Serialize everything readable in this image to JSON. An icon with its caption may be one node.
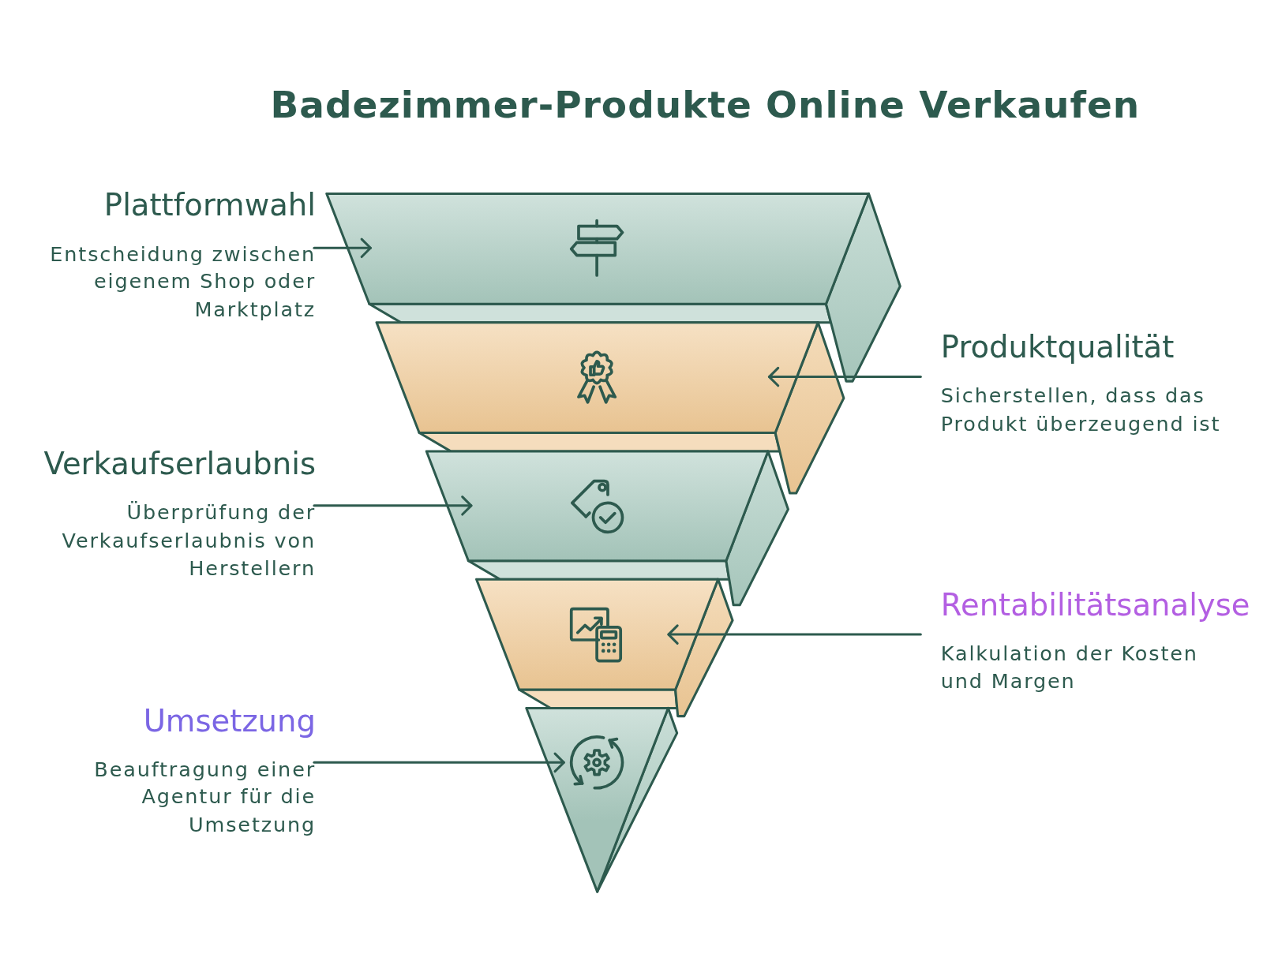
{
  "diagram": {
    "title": "Badezimmer-Produkte Online Verkaufen",
    "nodes": [
      {
        "text": [
          "Plattformwahl",
          "Entscheidung zwischen eigenem Shop oder Marktplatz"
        ]
      },
      {
        "text": [],
        "shape": "trapezoid"
      },
      {
        "text": [],
        "shape": "trapezoid"
      },
      {
        "text": [
          "Produktqualität",
          "Sicherstellen, dass das Produkt überzeugend ist"
        ]
      },
      {
        "text": [
          "Verkaufserlaubnis",
          "Überprüfung der Verkaufserlaubnis von Herstellern"
        ]
      },
      {
        "text": [],
        "shape": "trapezoid"
      },
      {
        "text": [],
        "shape": "trapezoid"
      },
      {
        "text": [
          "Rentabilitätsanalyse",
          "Kalkulation der Kosten und Margen"
        ]
      },
      {
        "text": [
          "Umsetzung",
          "Beauftragung einer Agentur für die Umsetzung"
        ]
      },
      {
        "text": [],
        "shape": "triangle"
      }
    ],
    "edges": [
      {
        "from": 0,
        "to": 1,
        "arrow": "to"
      },
      {
        "from": 3,
        "to": 2,
        "arrow": "to"
      },
      {
        "from": 4,
        "to": 5,
        "arrow": "to"
      },
      {
        "from": 7,
        "to": 6,
        "arrow": "to"
      },
      {
        "from": 8,
        "to": 9,
        "arrow": "to"
      }
    ]
  }
}
